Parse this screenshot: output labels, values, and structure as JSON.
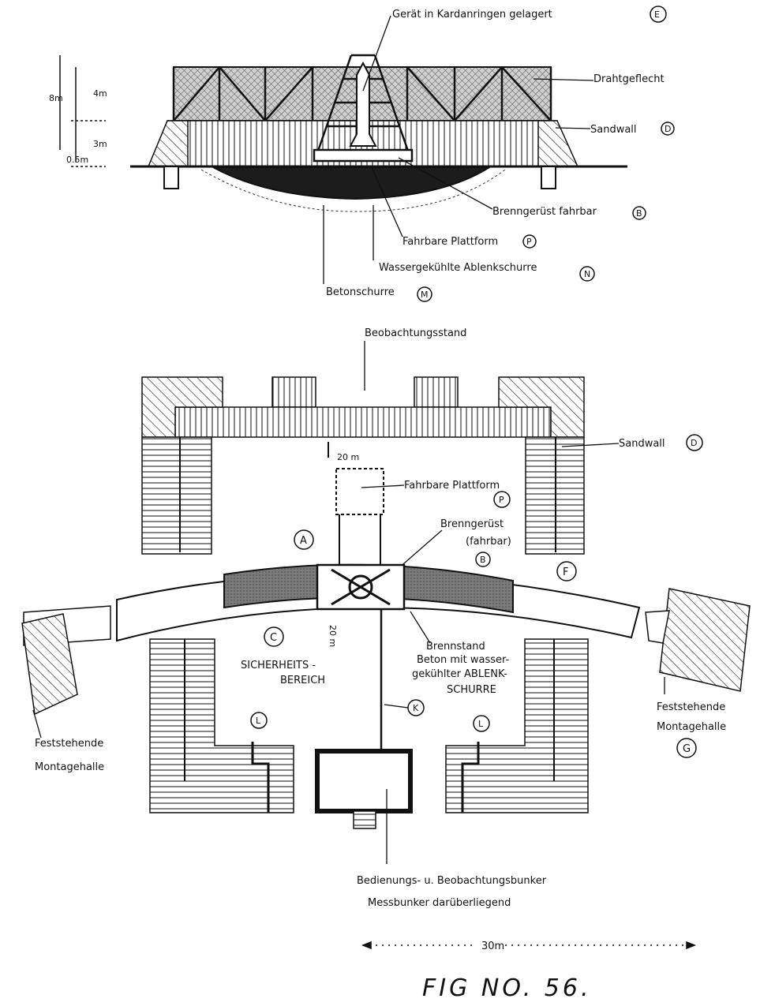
{
  "elevation": {
    "labels": {
      "gimbal": "Gerät in Kardanringen gelagert",
      "gimbal_tag": "E",
      "wire_mesh": "Drahtgeflecht",
      "sand_wall": "Sandwall",
      "sand_wall_tag": "D",
      "test_stand_mobile": "Brenngerüst fahrbar",
      "test_stand_mobile_tag": "B",
      "mobile_platform": "Fahrbare Plattform",
      "mobile_platform_tag": "P",
      "water_cooled_deflector": "Wassergekühlte Ablenkschurre",
      "water_cooled_deflector_tag": "N",
      "concrete_chute": "Betonschurre",
      "concrete_chute_tag": "M"
    },
    "dimensions": {
      "total": "8m",
      "upper": "4m",
      "middle": "3m",
      "lower": "0.5m"
    }
  },
  "plan": {
    "labels": {
      "observation_stand": "Beobachtungsstand",
      "sand_wall": "Sandwall",
      "sand_wall_tag": "D",
      "mobile_platform": "Fahrbare Plattform",
      "mobile_platform_tag": "P",
      "test_stand": "Brenngerüst",
      "test_stand_sub": "(fahrbar)",
      "test_stand_tag": "B",
      "area_a": "A",
      "area_f": "F",
      "area_c": "C",
      "safety_zone_line1": "SICHERHEITS -",
      "safety_zone_line2": "BEREICH",
      "firing_stand_line1": "Brennstand",
      "firing_stand_line2": "Beton mit wasser-",
      "firing_stand_line3": "gekühlter ABLENK-",
      "firing_stand_line4": "SCHURRE",
      "tag_k": "K",
      "tag_l_left": "L",
      "tag_l_right": "L",
      "fixed_hall_left_line1": "Feststehende",
      "fixed_hall_left_line2": "Montagehalle",
      "fixed_hall_right_line1": "Feststehende",
      "fixed_hall_right_line2": "Montagehalle",
      "fixed_hall_right_tag": "G",
      "bunker_line1": "Bedienungs- u. Beobachtungsbunker",
      "bunker_line2": "Messbunker darüberliegend"
    },
    "dimensions": {
      "distance_upper": "20 m",
      "distance_lower": "20 m",
      "scale": "30m"
    }
  },
  "caption": "FIG NO. 56."
}
